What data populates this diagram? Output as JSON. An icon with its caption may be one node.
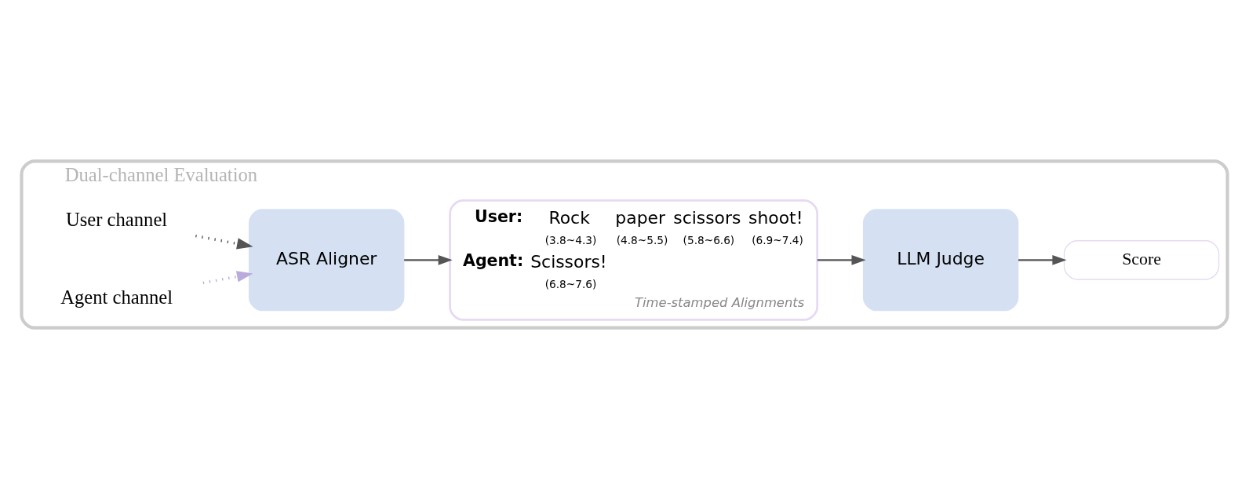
{
  "diagram": {
    "nodes": [
      {
        "text": [
          "Dual-channel Evaluation"
        ]
      },
      {
        "text": [
          "User:",
          "Rock",
          "(3.8~4.3)",
          "paper",
          "(4.8~5.5)",
          "scissors",
          "(5.8~6.6)",
          "shoot!",
          "(6.9~7.4)",
          "Agent:",
          "Scissors!",
          "(6.8~7.6)",
          "Time-stamped Alignments"
        ],
        "in": 0
      },
      {
        "text": [
          "Score"
        ],
        "in": 0
      },
      {
        "text": [
          "LLM Judge"
        ],
        "in": 0
      },
      {
        "text": [
          "ASR Aligner"
        ],
        "in": 0
      },
      {
        "text": [
          "User channel"
        ],
        "in": 0
      },
      {
        "text": [
          "Agent channel"
        ],
        "in": 0
      }
    ],
    "edges": [
      {
        "from": 1,
        "to": 3,
        "arrow": "to"
      },
      {
        "from": 3,
        "to": 2,
        "arrow": "to"
      },
      {
        "from": 4,
        "to": 1,
        "arrow": "to"
      },
      {
        "from": 5,
        "to": 4,
        "arrow": "to",
        "style": "dashed"
      },
      {
        "from": 6,
        "to": 4,
        "arrow": "to",
        "style": "dashed",
        "color": "#b9abdc"
      }
    ]
  }
}
